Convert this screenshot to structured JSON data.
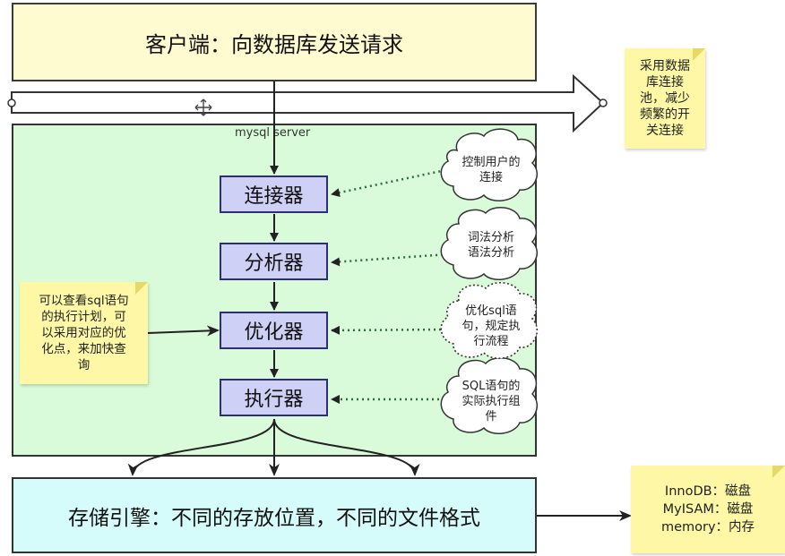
{
  "client": {
    "label": "客户端：向数据库发送请求"
  },
  "server": {
    "label": "mysql server"
  },
  "modules": [
    {
      "id": "connector",
      "label": "连接器"
    },
    {
      "id": "analyzer",
      "label": "分析器"
    },
    {
      "id": "optimizer",
      "label": "优化器"
    },
    {
      "id": "executor",
      "label": "执行器"
    }
  ],
  "storage": {
    "label": "存储引擎：不同的存放位置，不同的文件格式"
  },
  "clouds": [
    {
      "lines": [
        "控制用户的",
        "连接"
      ]
    },
    {
      "lines": [
        "词法分析",
        "语法分析"
      ]
    },
    {
      "lines": [
        "优化sql语",
        "句，规定执",
        "行流程"
      ]
    },
    {
      "lines": [
        "SQL语句的",
        "实际执行组",
        "件"
      ]
    }
  ],
  "notes": {
    "pool": {
      "lines": [
        "采用数据",
        "库连接",
        "池，减少",
        "频繁的开",
        "关连接"
      ]
    },
    "plan": {
      "lines": [
        "可以查看sql语句",
        "的执行计划，可",
        "以采用对应的优",
        "化点，来加快查",
        "询"
      ]
    },
    "engines": {
      "lines": [
        "InnoDB：磁盘",
        "MyISAM：磁盘",
        "memory：内存"
      ]
    }
  },
  "colors": {
    "client_fill": "#fffbd0",
    "server_fill": "#d9fbd9",
    "module_fill": "#cfd0f5",
    "storage_fill": "#d6fbfb",
    "note_fill": "#fdf7a6"
  }
}
